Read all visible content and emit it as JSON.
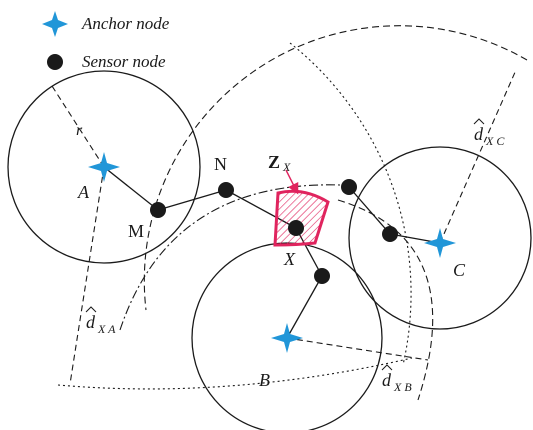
{
  "legend": {
    "anchor_label": "Anchor node",
    "sensor_label": "Sensor node"
  },
  "labels": {
    "r": "r",
    "A": "A",
    "M": "M",
    "N": "N",
    "Z": "Z",
    "Z_sub": "X",
    "X": "X",
    "B": "B",
    "C": "C",
    "d_xa_main": "d",
    "d_xa_sub": "X A",
    "d_xb_main": "d",
    "d_xb_sub": "X B",
    "d_xc_main": "d",
    "d_xc_sub": "X C"
  },
  "colors": {
    "anchor": "#2196d8",
    "sensor": "#1a1a1a",
    "region": "#e0245e",
    "line": "#1a1a1a",
    "background": "#ffffff"
  }
}
